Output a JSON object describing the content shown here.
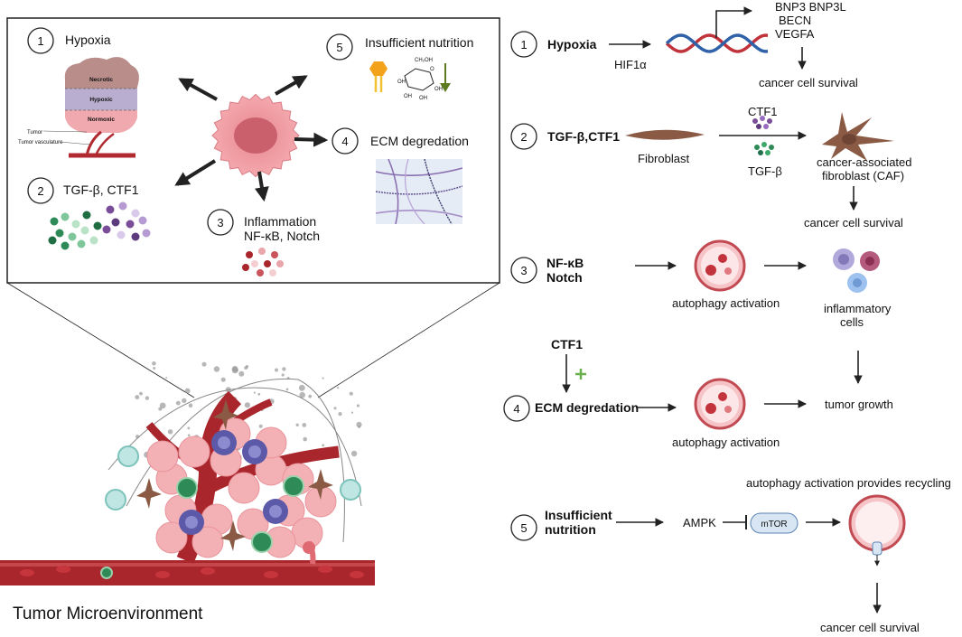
{
  "panel": {
    "n1": "1",
    "hypoxia": "Hypoxia",
    "necrotic": "Necrotic",
    "hypoxic": "Hypoxic",
    "normoxic": "Normoxic",
    "tumor": "Tumor",
    "vasculature": "Tumor vasculature",
    "n2": "2",
    "tgf": "TGF-β, CTF1",
    "n3": "3",
    "inflam1": "Inflammation",
    "inflam2": "NF-κB, Notch",
    "n4": "4",
    "ecm": "ECM degredation",
    "n5": "5",
    "nutrition": "Insufficient  nutrition",
    "sugar": {
      "ch2oh": "CH₂OH",
      "o": "O",
      "oh": "OH"
    }
  },
  "bottom_label": "Tumor Microenvironment",
  "pathways": {
    "p1": {
      "num": "1",
      "title": "Hypoxia",
      "factor": "HIF1α",
      "genes": [
        "BNP3 BNP3L",
        "BECN",
        "VEGFA"
      ],
      "outcome": "cancer cell survival"
    },
    "p2": {
      "num": "2",
      "title": "TGF-β,CTF1",
      "fibroblast": "Fibroblast",
      "ctf1": "CTF1",
      "tgf": "TGF-β",
      "caf1": "cancer-associated",
      "caf2": "fibroblast (CAF)",
      "outcome": "cancer cell survival"
    },
    "p3": {
      "num": "3",
      "title1": "NF-κB",
      "title2": "Notch",
      "autophagy": "autophagy activation",
      "cells1": "inflammatory",
      "cells2": "cells"
    },
    "p4": {
      "num": "4",
      "ctf1": "CTF1",
      "title": "ECM degredation",
      "autophagy": "autophagy activation",
      "outcome": "tumor growth"
    },
    "p5": {
      "num": "5",
      "title1": "Insufficient",
      "title2": "nutrition",
      "ampk": "AMPK",
      "mtor": "mTOR",
      "recycling": "autophagy activation provides recycling",
      "outcome": "cancer cell survival"
    }
  },
  "colors": {
    "vessel": "#a8262c",
    "cancer_cell": "#f2a0a6",
    "fibroblast": "#8a5a44",
    "purple": "#7a4d99",
    "green": "#2e8b57",
    "mtor_fill": "#d8e6f4"
  }
}
